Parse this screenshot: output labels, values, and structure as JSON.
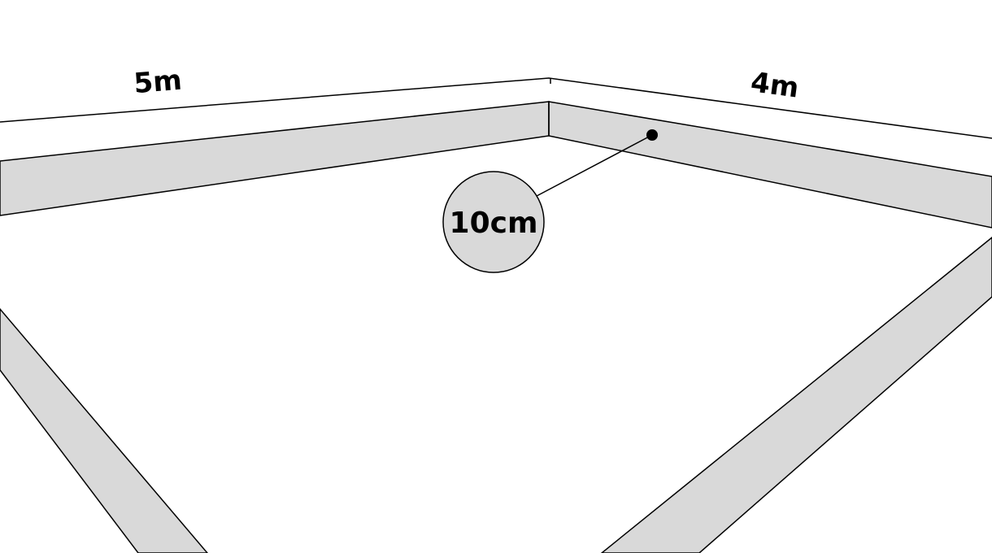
{
  "labels": {
    "left_wall_length": "5m",
    "right_wall_length": "4m",
    "wall_thickness": "10cm"
  },
  "colors": {
    "wall_fill": "#d9d9d9",
    "stroke": "#000000",
    "background": "#ffffff"
  }
}
